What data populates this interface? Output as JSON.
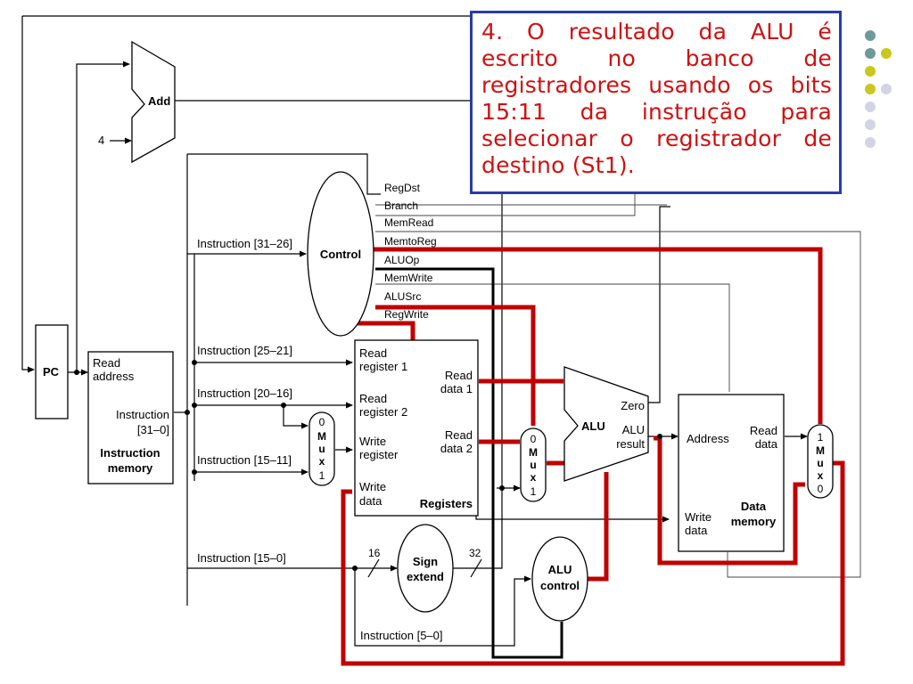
{
  "callout": {
    "text": "4. O resultado da ALU é escrito no banco de registradores usando os bits 15:11 da instrução para selecionar o registrador de destino (St1)."
  },
  "colors": {
    "highlight_path": "#c00000",
    "callout_text": "#d01010",
    "callout_border": "#2a3ba8",
    "dot_teal": "#6f9a9a",
    "dot_olive": "#c8c81e",
    "dot_lavender": "#d3d3e6"
  },
  "decor_dots": [
    "teal",
    "teal",
    "olive",
    "olive",
    "olive",
    "lavender",
    "lavender",
    "lavender",
    "lavender"
  ],
  "adder": {
    "label": "Add",
    "const_input": "4"
  },
  "pc": {
    "label": "PC"
  },
  "instruction_memory": {
    "read_address": [
      "Read",
      "address"
    ],
    "instruction_port": [
      "Instruction",
      "[31–0]"
    ],
    "name": [
      "Instruction",
      "memory"
    ]
  },
  "control": {
    "label": "Control",
    "signals": [
      "RegDst",
      "Branch",
      "MemRead",
      "MemtoReg",
      "ALUOp",
      "MemWrite",
      "ALUSrc",
      "RegWrite"
    ]
  },
  "instruction_fields": {
    "op": "Instruction [31–26]",
    "rs": "Instruction [25–21]",
    "rt": "Instruction [20–16]",
    "rd": "Instruction [15–11]",
    "imm": "Instruction [15–0]",
    "funct": "Instruction [5–0]"
  },
  "registers": {
    "read_reg1": [
      "Read",
      "register 1"
    ],
    "read_reg2": [
      "Read",
      "register 2"
    ],
    "write_reg": [
      "Write",
      "register"
    ],
    "write_data": [
      "Write",
      "data"
    ],
    "read_data1": [
      "Read",
      "data 1"
    ],
    "read_data2": [
      "Read",
      "data 2"
    ],
    "name": "Registers"
  },
  "mux_regdst": [
    "0",
    "M",
    "u",
    "x",
    "1"
  ],
  "mux_alusrc": [
    "0",
    "M",
    "u",
    "x",
    "1"
  ],
  "mux_memtoreg": [
    "1",
    "M",
    "u",
    "x",
    "0"
  ],
  "alu": {
    "label": "ALU",
    "zero": "Zero",
    "result": [
      "ALU",
      "result"
    ]
  },
  "data_memory": {
    "address": "Address",
    "read_data": [
      "Read",
      "data"
    ],
    "write_data": [
      "Write",
      "data"
    ],
    "name": [
      "Data",
      "memory"
    ]
  },
  "sign_extend": {
    "label": [
      "Sign",
      "extend"
    ],
    "in_width": "16",
    "out_width": "32"
  },
  "alu_control": {
    "label": [
      "ALU",
      "control"
    ]
  }
}
